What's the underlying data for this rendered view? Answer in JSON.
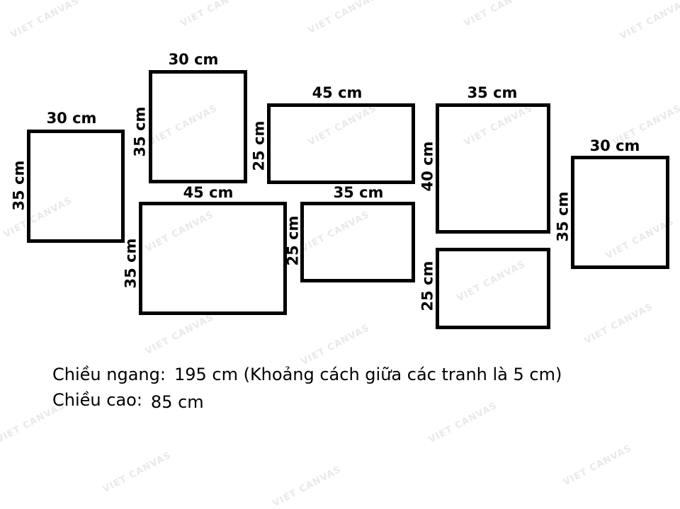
{
  "watermark": "VIET CANVAS",
  "frames": [
    {
      "id": "a",
      "width_label": "30 cm",
      "height_label": "35 cm"
    },
    {
      "id": "b",
      "width_label": "30 cm",
      "height_label": "35 cm"
    },
    {
      "id": "c",
      "width_label": "45 cm",
      "height_label": "25 cm"
    },
    {
      "id": "d",
      "width_label": "35 cm",
      "height_label": "40 cm"
    },
    {
      "id": "e",
      "width_label": "30 cm",
      "height_label": "35 cm"
    },
    {
      "id": "f",
      "width_label": "45 cm",
      "height_label": "35 cm"
    },
    {
      "id": "g",
      "width_label": "35 cm",
      "height_label": "25 cm"
    },
    {
      "id": "h",
      "height_label": "25 cm"
    }
  ],
  "summary": {
    "width_label": "Chiều ngang:",
    "width_value": "195 cm (Khoảng cách giữa các tranh là 5 cm)",
    "height_label": "Chiều cao:",
    "height_value": "85 cm"
  },
  "colors": {
    "frame_border": "#000000",
    "text": "#000000",
    "watermark": "#e9e9e9",
    "background": "#ffffff"
  }
}
